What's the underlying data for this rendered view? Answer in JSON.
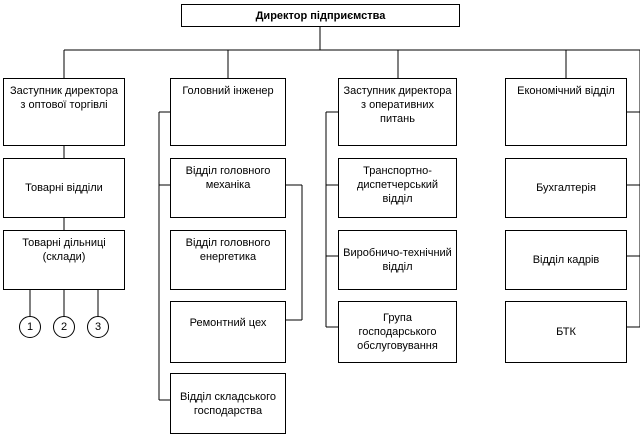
{
  "director": "Директор  підприємства",
  "columns": [
    {
      "head": "Заступник директора з оптової торгівлі",
      "items": [
        "Товарні відділи",
        "Товарні дільниці (склади)"
      ],
      "circles": [
        "1",
        "2",
        "3"
      ]
    },
    {
      "head": "Головний інженер",
      "items": [
        "Відділ головного механіка",
        "Відділ головного енергетика",
        "Ремонтний цех",
        "Відділ складського господарства"
      ]
    },
    {
      "head": "Заступник директора з оперативних питань",
      "items": [
        "Транспортно-диспетчерський відділ",
        "Виробничо-технічний відділ",
        "Група господарського обслуговування"
      ]
    },
    {
      "head": "Економічний відділ",
      "items": [
        "Бухгалтерія",
        "Відділ кадрів",
        "БТК"
      ]
    }
  ]
}
